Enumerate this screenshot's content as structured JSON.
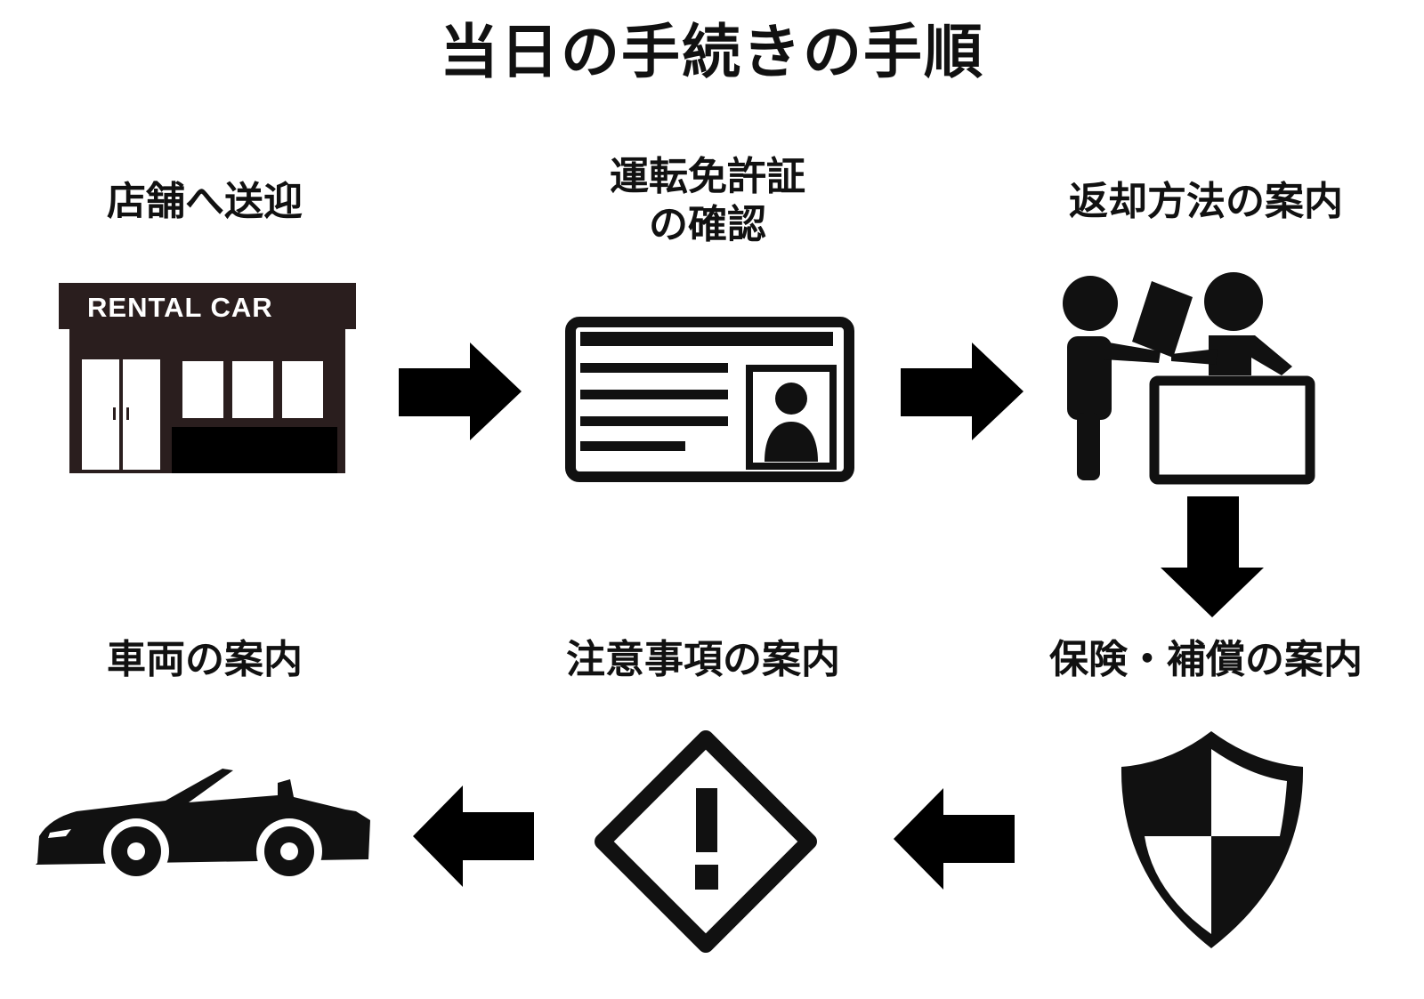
{
  "title": "当日の手続きの手順",
  "steps": [
    {
      "label": "店舗へ送迎",
      "icon": "store-icon",
      "sign_text": "RENTAL CAR"
    },
    {
      "label_line1": "運転免許証",
      "label_line2": "の確認",
      "icon": "license-card-icon"
    },
    {
      "label": "返却方法の案内",
      "icon": "counter-handover-icon"
    },
    {
      "label": "保険・補償の案内",
      "icon": "shield-icon"
    },
    {
      "label": "注意事項の案内",
      "icon": "warning-icon"
    },
    {
      "label": "車両の案内",
      "icon": "car-icon"
    }
  ],
  "flow": [
    "店舗へ送迎",
    "運転免許証の確認",
    "返却方法の案内",
    "保険・補償の案内",
    "注意事項の案内",
    "車両の案内"
  ],
  "colors": {
    "foreground": "#111111",
    "store": "#2a1e1e",
    "background": "#ffffff"
  }
}
